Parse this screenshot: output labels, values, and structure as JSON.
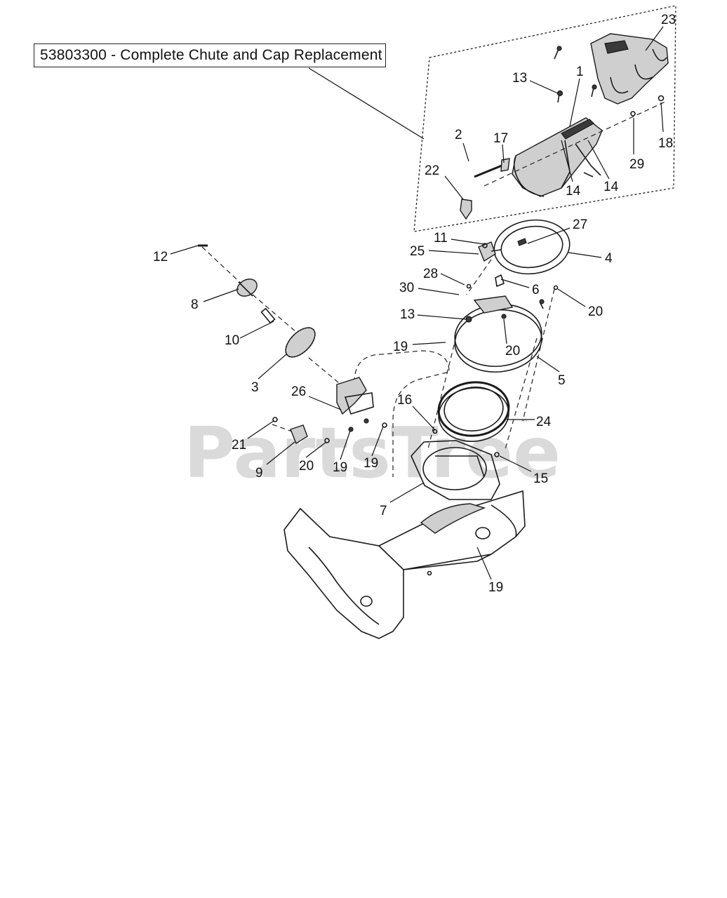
{
  "title": "53803300 - Complete Chute and Cap Replacement",
  "watermark": "PartsTree",
  "watermark_tm": "™",
  "callouts": [
    {
      "id": "c-23",
      "label": "23"
    },
    {
      "id": "c-1",
      "label": "1"
    },
    {
      "id": "c-13a",
      "label": "13"
    },
    {
      "id": "c-2",
      "label": "2"
    },
    {
      "id": "c-17",
      "label": "17"
    },
    {
      "id": "c-22",
      "label": "22"
    },
    {
      "id": "c-14a",
      "label": "14"
    },
    {
      "id": "c-14b",
      "label": "14"
    },
    {
      "id": "c-29",
      "label": "29"
    },
    {
      "id": "c-18",
      "label": "18"
    },
    {
      "id": "c-11",
      "label": "11"
    },
    {
      "id": "c-27",
      "label": "27"
    },
    {
      "id": "c-25",
      "label": "25"
    },
    {
      "id": "c-4",
      "label": "4"
    },
    {
      "id": "c-12",
      "label": "12"
    },
    {
      "id": "c-28",
      "label": "28"
    },
    {
      "id": "c-6",
      "label": "6"
    },
    {
      "id": "c-30",
      "label": "30"
    },
    {
      "id": "c-20a",
      "label": "20"
    },
    {
      "id": "c-8",
      "label": "8"
    },
    {
      "id": "c-13b",
      "label": "13"
    },
    {
      "id": "c-20b",
      "label": "20"
    },
    {
      "id": "c-10",
      "label": "10"
    },
    {
      "id": "c-19a",
      "label": "19"
    },
    {
      "id": "c-5",
      "label": "5"
    },
    {
      "id": "c-3",
      "label": "3"
    },
    {
      "id": "c-26",
      "label": "26"
    },
    {
      "id": "c-16",
      "label": "16"
    },
    {
      "id": "c-24",
      "label": "24"
    },
    {
      "id": "c-21",
      "label": "21"
    },
    {
      "id": "c-20c",
      "label": "20"
    },
    {
      "id": "c-19b",
      "label": "19"
    },
    {
      "id": "c-19c",
      "label": "19"
    },
    {
      "id": "c-15",
      "label": "15"
    },
    {
      "id": "c-9",
      "label": "9"
    },
    {
      "id": "c-7",
      "label": "7"
    },
    {
      "id": "c-19d",
      "label": "19"
    }
  ]
}
